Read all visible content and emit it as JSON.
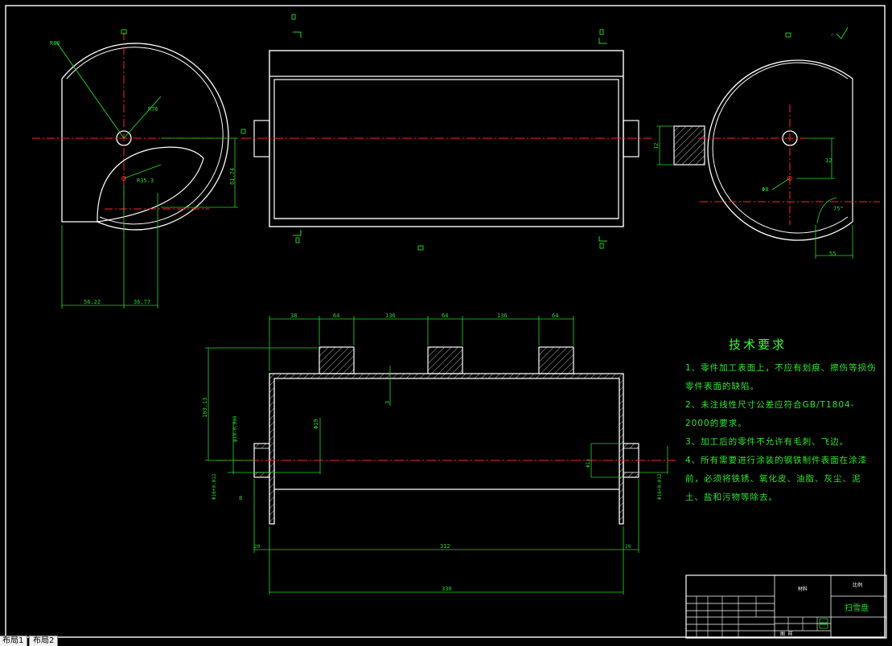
{
  "drawing": {
    "technical_requirements": {
      "title": "技术要求",
      "items": [
        "1、零件加工表面上，不应有划痕、擦伤等损伤零件表面的缺陷。",
        "2、未注线性尺寸公差应符合GB/T1804-2000的要求。",
        "3、加工后的零件不允许有毛刺、飞边。",
        "4、所有需要进行涂装的钢铁制件表面在涂漆前，必须将铁锈、氧化皮、油脂、灰尘、泥土、盐和污物等除去。"
      ]
    },
    "dimensions": {
      "left_view": {
        "r_outer": "R80",
        "r_inner": "R76",
        "r_arc": "R35.3",
        "height": "61.74",
        "width_left": "56.22",
        "width_right": "36.77"
      },
      "right_view": {
        "hub": "12",
        "offset": "12",
        "hole": "Φ8",
        "angle": "75°",
        "width": "55"
      },
      "section": {
        "pitches": [
          "38",
          "64",
          "136",
          "64",
          "136",
          "64"
        ],
        "overall_height": "103.13",
        "inner_dim": "312",
        "outer_dim": "330",
        "wall": "3",
        "bore_small": "Φ19",
        "bore_left": "φ19-0.000",
        "bore_right": "Φ13",
        "hub_len_left": "20",
        "hub_len_right": "20",
        "tol_small": "8",
        "left_vert_tol": "Φ16+0.012",
        "right_vert_tol": "Φ16+0.012"
      }
    },
    "title_block": {
      "name": "扫雪盘",
      "material": "材料",
      "scale": "比例",
      "cells_label": "图 样"
    },
    "layout_tabs": [
      "布局1",
      "布局2"
    ]
  },
  "colors": {
    "background": "#000000",
    "outline": "#ffffff",
    "dimension": "#22dd22",
    "centerline": "#ff2222",
    "hatch": "#ffffff"
  }
}
